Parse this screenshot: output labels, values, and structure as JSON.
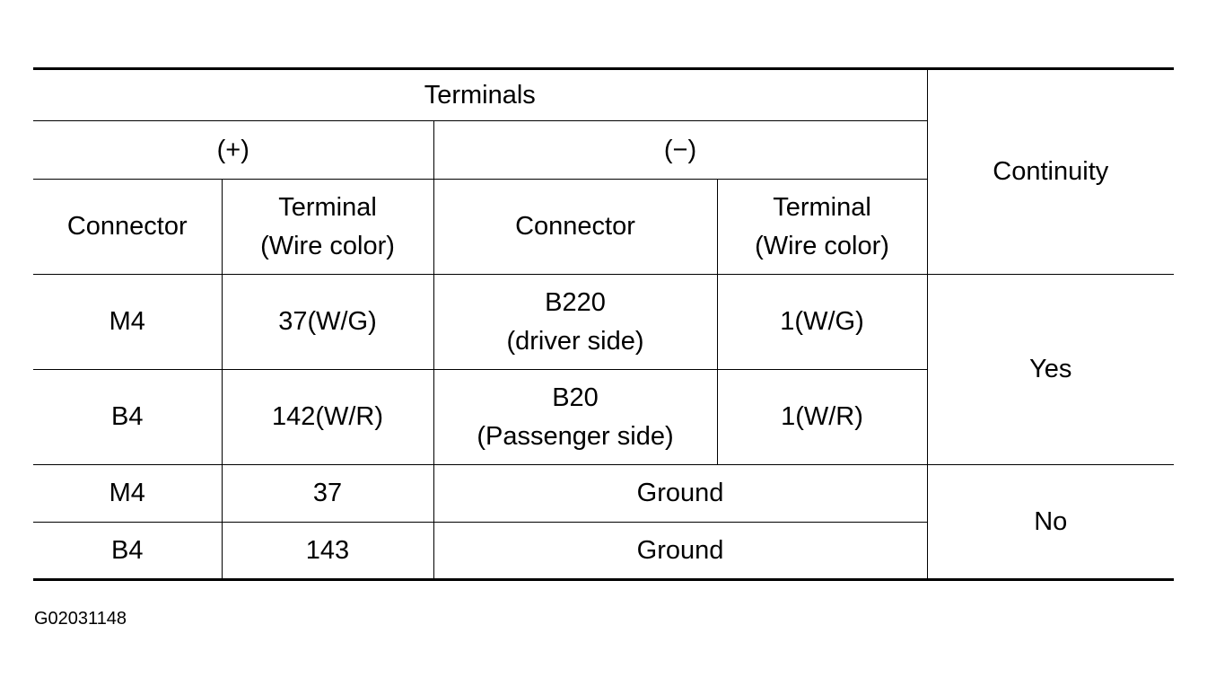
{
  "table": {
    "header": {
      "terminals": "Terminals",
      "plus": "(+)",
      "minus": "(−)",
      "continuity": "Continuity",
      "plus_connector": "Connector",
      "plus_terminal_line1": "Terminal",
      "plus_terminal_line2": "(Wire color)",
      "minus_connector": "Connector",
      "minus_terminal_line1": "Terminal",
      "minus_terminal_line2": "(Wire color)"
    },
    "rows": [
      {
        "plus_connector": "M4",
        "plus_terminal": "37(W/G)",
        "minus_connector_line1": "B220",
        "minus_connector_line2": "(driver side)",
        "minus_terminal": "1(W/G)"
      },
      {
        "plus_connector": "B4",
        "plus_terminal": "142(W/R)",
        "minus_connector_line1": "B20",
        "minus_connector_line2": "(Passenger side)",
        "minus_terminal": "1(W/R)"
      },
      {
        "plus_connector": "M4",
        "plus_terminal": "37",
        "minus": "Ground"
      },
      {
        "plus_connector": "B4",
        "plus_terminal": "143",
        "minus": "Ground"
      }
    ],
    "continuity_groups": [
      "Yes",
      "No"
    ]
  },
  "figure_id": "G02031148"
}
